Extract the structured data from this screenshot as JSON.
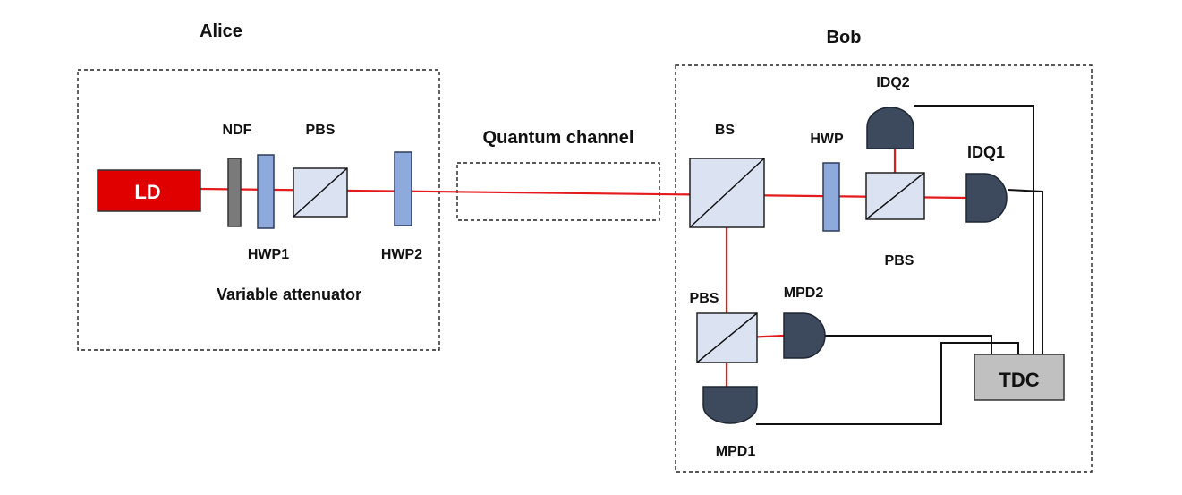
{
  "sections": {
    "alice": "Alice",
    "bob": "Bob",
    "channel": "Quantum channel",
    "attenuator": "Variable attenuator"
  },
  "components": {
    "ld": "LD",
    "ndf": "NDF",
    "pbs_alice": "PBS",
    "hwp1": "HWP1",
    "hwp2": "HWP2",
    "bs": "BS",
    "hwp": "HWP",
    "idq2": "IDQ2",
    "idq1": "IDQ1",
    "pbs_bob_upper": "PBS",
    "pbs_bob_lower": "PBS",
    "mpd2": "MPD2",
    "mpd1": "MPD1",
    "tdc": "TDC"
  },
  "colors": {
    "laser": "#e41a1c",
    "ld_fill": "#e00000",
    "detector": "#3d4a5e",
    "plate": "#8ea9db",
    "cube": "#dbe3f3",
    "tdc": "#c0c0c0"
  }
}
